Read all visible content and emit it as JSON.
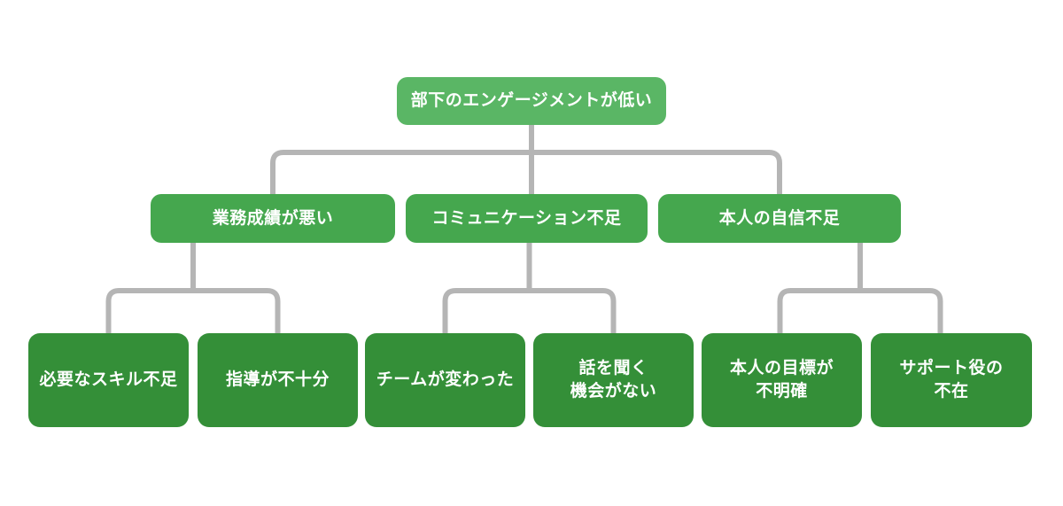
{
  "diagram": {
    "type": "cause-tree",
    "root": {
      "label": "部下のエンゲージメントが低い"
    },
    "branches": [
      {
        "label": "業務成績が悪い",
        "children": [
          {
            "label": "必要なスキル不足"
          },
          {
            "label": "指導が不十分"
          }
        ]
      },
      {
        "label": "コミュニケーション不足",
        "children": [
          {
            "label": "チームが変わった"
          },
          {
            "label": "話を聞く\n機会がない"
          }
        ]
      },
      {
        "label": "本人の自信不足",
        "children": [
          {
            "label": "本人の目標が\n不明確"
          },
          {
            "label": "サポート役の\n不在"
          }
        ]
      }
    ]
  },
  "colors": {
    "background": "#ffffff",
    "root_node": "#5ab665",
    "branch_node": "#45a74e",
    "leaf_node": "#348f38",
    "connector": "#b5b5b5",
    "text": "#ffffff"
  }
}
